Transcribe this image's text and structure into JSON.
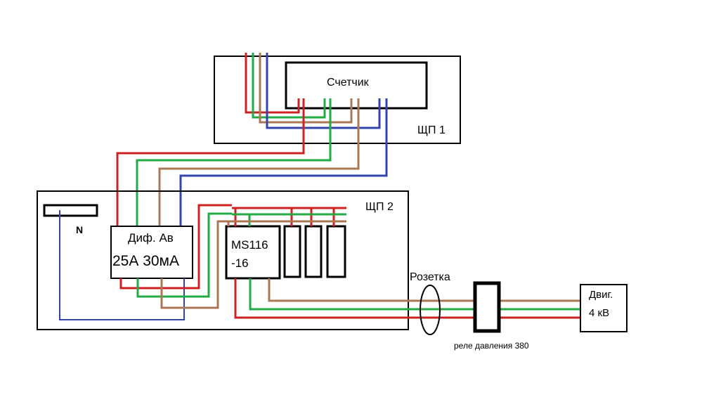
{
  "labels": {
    "meter": "Счетчик",
    "panel1": "ЩП 1",
    "panel2": "ЩП 2",
    "neutral": "N",
    "rcd_line1": "Диф. Ав",
    "rcd_line2": "25А 30мА",
    "breaker_line1": "MS116",
    "breaker_line2": "-16",
    "socket": "Розетка",
    "pressure_relay": "реле давления  380",
    "motor_line1": "Двиг.",
    "motor_line2": "4 кВ"
  },
  "wire_colors": {
    "phase_red": "#cc2222",
    "earth_green": "#22aa44",
    "phase_brown": "#aa7755",
    "neutral_blue": "#3344aa"
  }
}
